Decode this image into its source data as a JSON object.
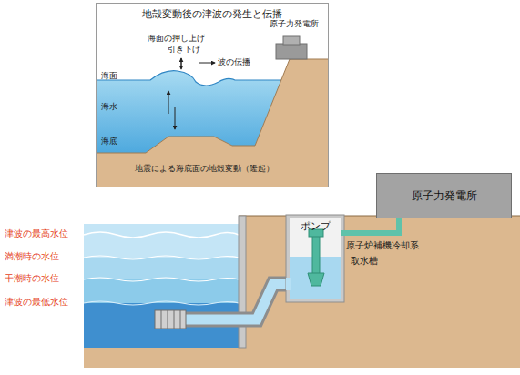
{
  "diagram": {
    "nodes": [
      {
        "text": [
          "地殻変動後の津波の発生と伝播"
        ]
      },
      {
        "text": [
          "原子力発電所"
        ],
        "in": 0
      },
      {
        "text": [
          "原子力発電所"
        ]
      },
      {
        "text": [
          "ポンプ"
        ]
      }
    ],
    "edges": [
      {
        "from": 3,
        "to": 2,
        "arrow": "none"
      }
    ],
    "labels": [
      "海面",
      "海水",
      "海底",
      "海面の押し上げ",
      "引き下げ",
      "波の伝播",
      "地震による海底面の地殻変動（隆起）",
      "津波の最高水位",
      "満潮時の水位",
      "干潮時の水位",
      "津波の最低水位",
      "原子炉補機冷却系",
      "取水槽"
    ]
  }
}
